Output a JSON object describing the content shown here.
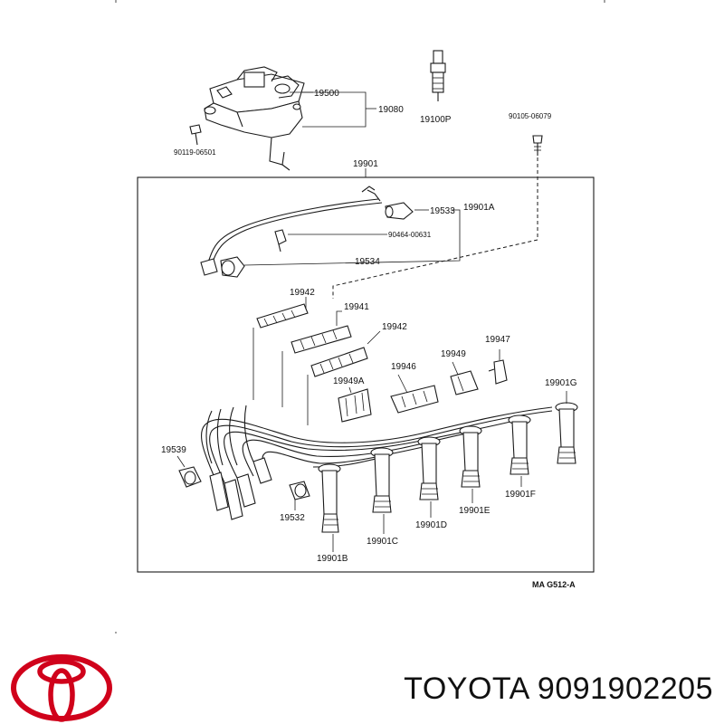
{
  "diagram": {
    "code": "MA  G512-A",
    "parts": {
      "p19500": "19500",
      "p19080": "19080",
      "p19100P": "19100P",
      "p90105": "90105-06079",
      "p90119": "90119-06501",
      "p19901": "19901",
      "p19533": "19533",
      "p19901A": "19901A",
      "p90464": "90464-00631",
      "p19534": "19534",
      "p19942a": "19942",
      "p19941": "19941",
      "p19942b": "19942",
      "p19949A": "19949A",
      "p19946": "19946",
      "p19949": "19949",
      "p19947": "19947",
      "p19901G": "19901G",
      "p19539": "19539",
      "p19532": "19532",
      "p19901F": "19901F",
      "p19901E": "19901E",
      "p19901D": "19901D",
      "p19901C": "19901C",
      "p19901B": "19901B"
    }
  },
  "brand": {
    "name": "TOYOTA",
    "part_number": "9091902205",
    "logo_color": "#d0021b"
  }
}
